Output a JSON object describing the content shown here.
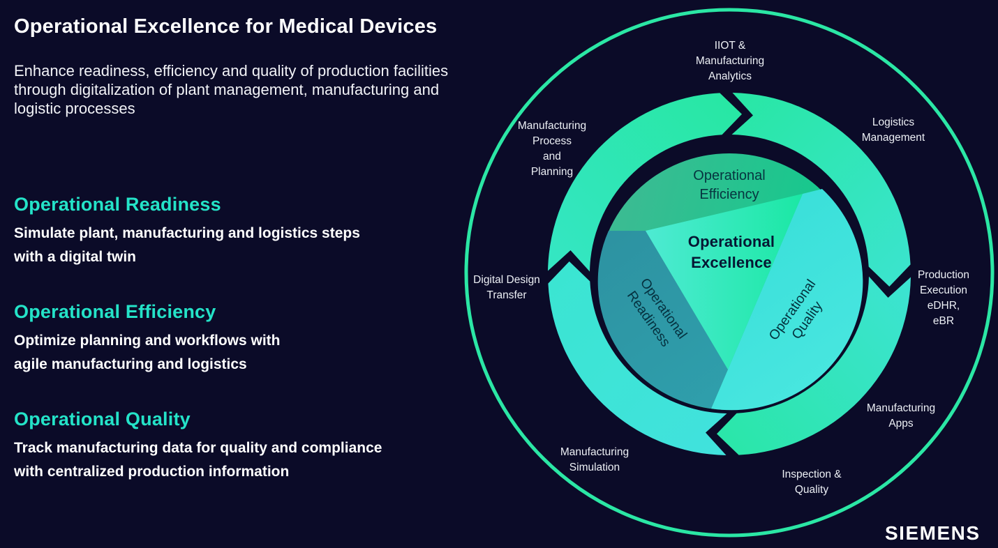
{
  "slide": {
    "title": "Operational Excellence for Medical Devices",
    "subtitle": "Enhance readiness, efficiency and quality of production facilities\nthrough digitalization of plant management, manufacturing and\nlogistic processes",
    "sections": [
      {
        "heading": "Operational Readiness",
        "body": "Simulate plant, manufacturing and logistics steps\nwith a digital twin"
      },
      {
        "heading": "Operational Efficiency",
        "body": "Optimize planning and workflows with\nagile manufacturing and logistics"
      },
      {
        "heading": "Operational Quality",
        "body": "Track manufacturing data for quality and compliance\nwith centralized production information"
      }
    ]
  },
  "diagram": {
    "center_label": "Operational\nExcellence",
    "sectors": {
      "efficiency": "Operational\nEfficiency",
      "readiness": "Operational\nReadiness",
      "quality": "Operational\nQuality"
    },
    "outer_labels": [
      {
        "id": "iiot",
        "text": "IIOT &\nManufacturing\nAnalytics"
      },
      {
        "id": "logistics",
        "text": "Logistics\nManagement"
      },
      {
        "id": "production",
        "text": "Production\nExecution\neDHR, eBR"
      },
      {
        "id": "apps",
        "text": "Manufacturing\nApps"
      },
      {
        "id": "inspection",
        "text": "Inspection &\nQuality"
      },
      {
        "id": "simulation",
        "text": "Manufacturing\nSimulation"
      },
      {
        "id": "transfer",
        "text": "Digital Design\nTransfer"
      },
      {
        "id": "process",
        "text": "Manufacturing\nProcess\nand\nPlanning"
      }
    ]
  },
  "brand": {
    "logo_text": "SIEMENS"
  },
  "colors": {
    "background": "#0B0B28",
    "heading_teal": "#24E3C8",
    "ring_green": "#2BE7A5",
    "ring_cyan": "#3FE2DC",
    "sector_green": "#2BC28E",
    "sector_teal": "#2D95A4",
    "sector_cyan": "#41E1DA",
    "triangle_cyan": "#4AE9D3",
    "triangle_green": "#14E89E",
    "dark_text": "#061733",
    "label_white": "#EDF0F5"
  }
}
